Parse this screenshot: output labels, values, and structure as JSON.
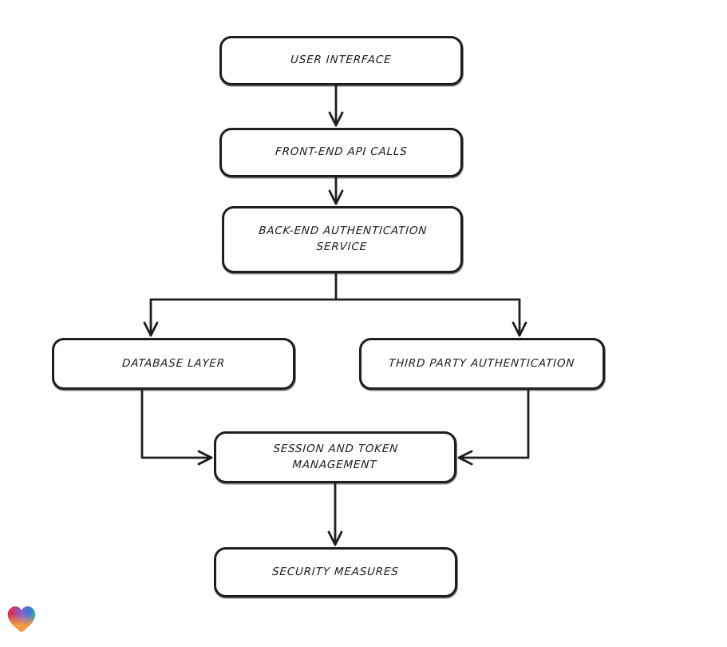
{
  "diagram": {
    "title": "",
    "nodes": {
      "user_interface": {
        "id": "user-interface",
        "label": "USER INTERFACE"
      },
      "frontend_api": {
        "id": "frontend-api",
        "label": "FRONT-END API CALLS"
      },
      "backend_auth": {
        "id": "backend-auth",
        "label": "BACK-END AUTHENTICATION SERVICE"
      },
      "database_layer": {
        "id": "database-layer",
        "label": "DATABASE LAYER"
      },
      "third_party_auth": {
        "id": "third-party-auth",
        "label": "THIRD PARTY AUTHENTICATION"
      },
      "session_token": {
        "id": "session-token",
        "label": "SESSION AND TOKEN MANAGEMENT"
      },
      "security_measures": {
        "id": "security-measures",
        "label": "SECURITY MEASURES"
      }
    },
    "edges": [
      {
        "from": "user-interface",
        "to": "frontend-api"
      },
      {
        "from": "frontend-api",
        "to": "backend-auth"
      },
      {
        "from": "backend-auth",
        "to": "database-layer"
      },
      {
        "from": "backend-auth",
        "to": "third-party-auth"
      },
      {
        "from": "database-layer",
        "to": "session-token"
      },
      {
        "from": "third-party-auth",
        "to": "session-token"
      },
      {
        "from": "session-token",
        "to": "security-measures"
      }
    ],
    "style": {
      "stroke_color": "#1e1e1e",
      "node_fill": "#ffffff",
      "background": "#ffffff"
    },
    "logo": {
      "name": "heart-logo",
      "colors": [
        "#e8242d",
        "#8a5fd0",
        "#3f74e0",
        "#2cb39d",
        "#f79e3a"
      ]
    }
  }
}
